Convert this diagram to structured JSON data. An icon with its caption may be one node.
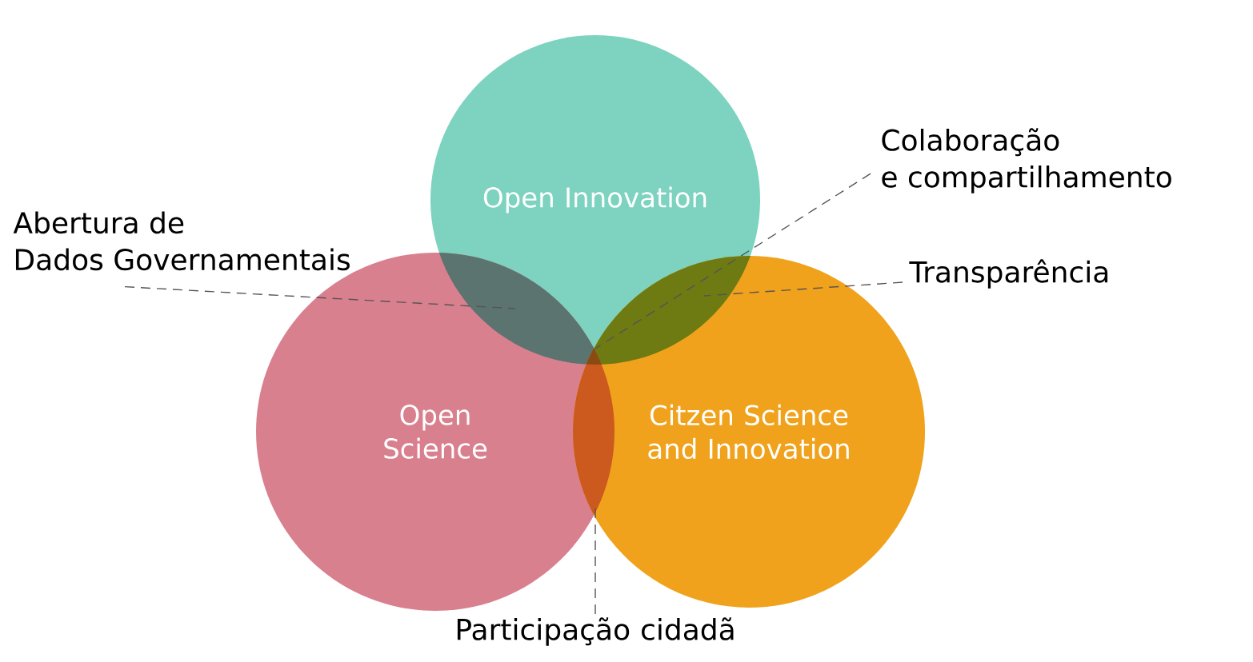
{
  "diagram": {
    "nodes": [
      {
        "text": [
          "Open Innovation"
        ]
      },
      {
        "text": [
          "Open Science"
        ]
      },
      {
        "text": [
          "Citzen Science and Innovation"
        ]
      },
      {
        "text": [
          "Abertura de Dados Governamentais"
        ]
      },
      {
        "text": [
          "Colaboração e compartilhamento"
        ]
      },
      {
        "text": [
          "Transparência"
        ]
      },
      {
        "text": [
          "Participação cidadã"
        ]
      }
    ],
    "edges": [
      {
        "from": 3,
        "to": 0,
        "arrow": "none",
        "style": "dashed"
      },
      {
        "from": 4,
        "to": 0,
        "arrow": "none",
        "style": "dashed"
      },
      {
        "from": 5,
        "to": 0,
        "arrow": "none",
        "style": "dashed"
      },
      {
        "from": 6,
        "to": 2,
        "arrow": "none",
        "style": "dashed"
      }
    ]
  }
}
